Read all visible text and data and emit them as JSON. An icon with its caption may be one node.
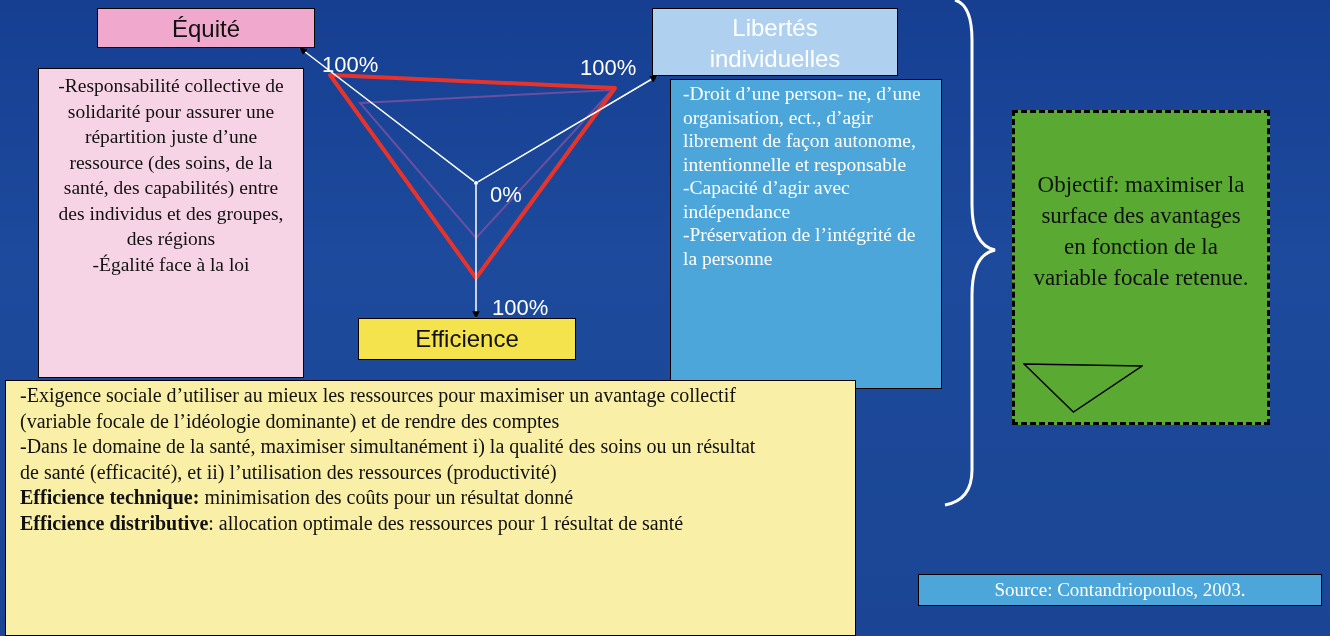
{
  "diagram": {
    "nodes": [
      {
        "text": [
          "Équité"
        ]
      },
      {
        "text": [
          "-Responsabilité collective de solidarité pour assurer une répartition juste d’une ressource (des soins, de la santé, des capabilités) entre des individus et des groupes, des régions",
          "-Égalité face à la loi"
        ]
      },
      {
        "text": [
          "Libertés individuelles"
        ]
      },
      {
        "text": [
          "-Droit d’une person- ne, d’une  organisation, ect., d’agir librement de façon autonome, intentionnelle et responsable",
          "-Capacité d’agir avec indépendance",
          "-Préservation de l’intégrité de la personne"
        ]
      },
      {
        "text": [
          "Efficience"
        ]
      },
      {
        "text": [
          "-Exigence sociale d’utiliser au mieux les ressources pour maximiser un avantage collectif (variable focale de l’idéologie dominante) et de rendre des comptes",
          "-Dans le domaine de la santé, maximiser simultanément i) la qualité des soins ou un résultat de santé (efficacité), et ii) l’utilisation des ressources (productivité)",
          "**Efficience technique:**  minimisation des coûts pour un résultat donné",
          "**Efficience distributive**: allocation optimale des ressources pour 1 résultat de santé"
        ]
      },
      {
        "text": [
          "Objectif: maximiser la surface des avantages en fonction de la variable focale retenue."
        ]
      },
      {
        "text": [],
        "shape": "triangle",
        "in": 6
      },
      {
        "text": [
          "Source: Contandriopoulos, 2003."
        ]
      },
      {
        "text": [],
        "shape": "point"
      }
    ],
    "edges": [
      {
        "from": 9,
        "to": 0,
        "arrow": "to"
      },
      {
        "from": 9,
        "to": 2,
        "arrow": "to"
      },
      {
        "from": 9,
        "to": 4,
        "arrow": "to"
      }
    ],
    "labels": [
      "100%",
      "100%",
      "0%",
      "100%"
    ]
  }
}
